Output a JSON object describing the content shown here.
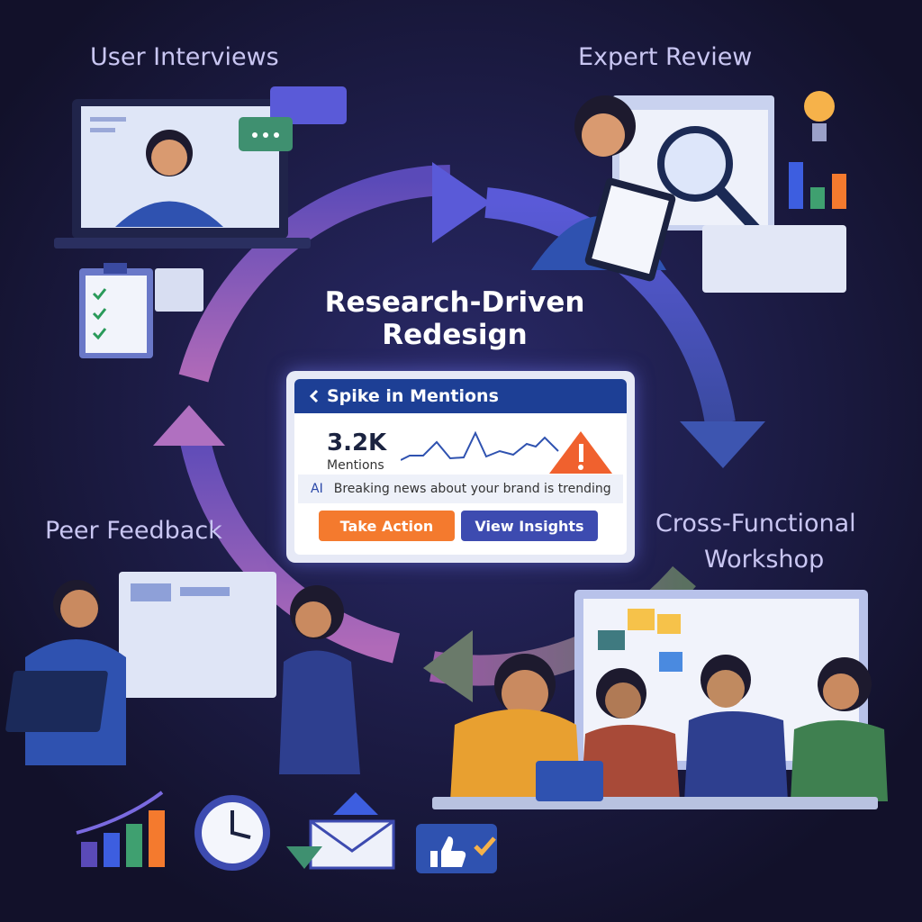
{
  "labels": {
    "user_interviews": "User Interviews",
    "expert_review": "Expert Review",
    "peer_feedback": "Peer Feedback",
    "cross_functional_line1": "Cross-Functional",
    "cross_functional_line2": "Workshop"
  },
  "center": {
    "title_line1": "Research-Driven",
    "title_line2": "Redesign"
  },
  "card": {
    "title": "Spike in Mentions",
    "metric_value": "3.2K",
    "metric_label": "Mentions",
    "ai_tag": "AI",
    "ai_message": "Breaking news about your brand is trending",
    "primary_button": "Take Action",
    "secondary_button": "View Insights"
  },
  "colors": {
    "background": "#15142e",
    "header": "#1d3f95",
    "primary": "#f47a2e",
    "secondary": "#3d4bb0",
    "alert": "#f0612e"
  }
}
